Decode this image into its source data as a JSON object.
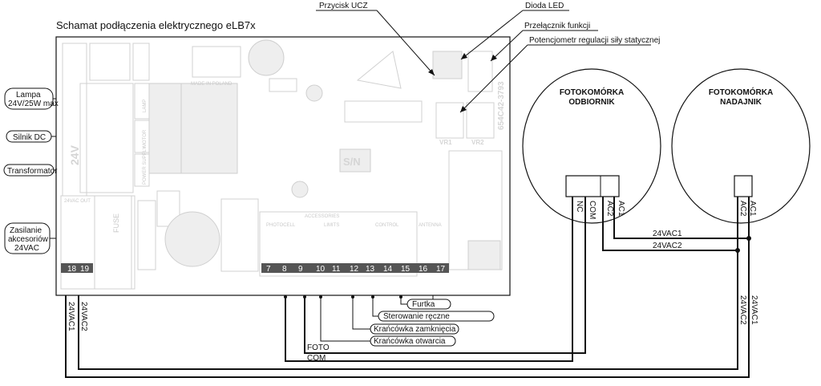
{
  "title": "Schamat podłączenia elektrycznego eLB7x",
  "callouts": {
    "button": "Przycisk UCZ",
    "led": "Dioda LED",
    "switch": "Przełącznik funkcji",
    "pot": "Potencjometr regulacji siły statycznej"
  },
  "left_labels": {
    "lamp_1": "Lampa",
    "lamp_2": "24V/25W max",
    "motor": "Silnik DC",
    "transformer": "Transformator",
    "supply_1": "Zasilanie",
    "supply_2": "akcesoriów",
    "supply_3": "24VAC"
  },
  "board": {
    "sn": "S/N",
    "serial": "654C42-3793",
    "v24": "24V",
    "fuse": "FUSE",
    "made": "MADE IN POLAND",
    "lamp": "LAMP",
    "motor": "MOTOR",
    "power": "POWER SUPPLY",
    "vr1": "VR1",
    "vr2": "VR2",
    "accessories": "ACCESSORIES",
    "photocell": "PHOTOCELL",
    "limits": "LIMITS",
    "control": "CONTROL",
    "antenna": "ANTENNA",
    "out": "24VAC OUT",
    "terminals": [
      "18",
      "19",
      "7",
      "8",
      "9",
      "10",
      "11",
      "12",
      "13",
      "14",
      "15",
      "16",
      "17"
    ]
  },
  "receiver": {
    "title_1": "FOTOKOMÓRKA",
    "title_2": "ODBIORNIK",
    "terminals": [
      "NC",
      "COM",
      "AC2",
      "AC1"
    ]
  },
  "transmitter": {
    "title_1": "FOTOKOMÓRKA",
    "title_2": "NADAJNIK",
    "terminals": [
      "AC2",
      "AC1"
    ]
  },
  "wires": {
    "ac1": "24VAC1",
    "ac2": "24VAC2",
    "foto": "FOTO",
    "com": "COM",
    "left_ac1": "24VAC1",
    "left_ac2": "24VAC2",
    "right_ac1": "24VAC1",
    "right_ac2": "24VAC2"
  },
  "bottom_labels": {
    "gate": "Furtka",
    "manual": "Sterowanie ręczne",
    "close_limit": "Krańcówka zamknięcia",
    "open_limit": "Krańcówka otwarcia"
  }
}
